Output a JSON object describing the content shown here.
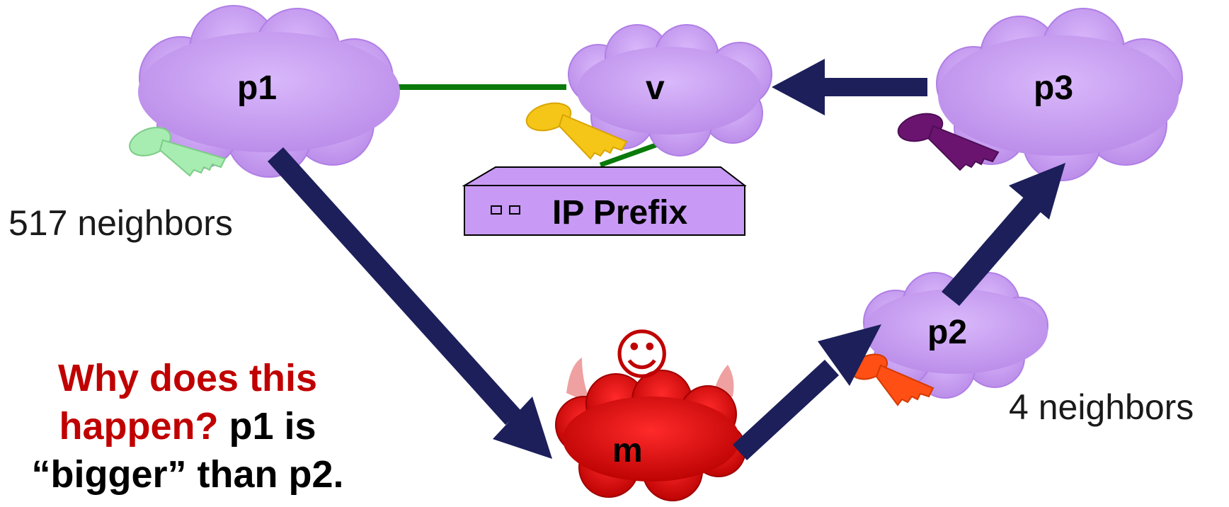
{
  "nodes": {
    "p1": "p1",
    "v": "v",
    "p3": "p3",
    "p2": "p2",
    "m": "m"
  },
  "ip_prefix_label": "IP Prefix",
  "p1_neighbors": "517 neighbors",
  "p2_neighbors": "4 neighbors",
  "smiley": "☺",
  "question": {
    "line1": "Why does this",
    "line2_red": "happen?",
    "line2_black": " p1 is",
    "line3": "“bigger” than p2."
  },
  "colors": {
    "cloud": "#c89af5",
    "cloud_edge": "#b07fe6",
    "malicious_cloud": "#d80000",
    "arrow": "#1c1f5a",
    "link": "#0a7a0a",
    "key_p1": "#a7ecb0",
    "key_v": "#f5c518",
    "key_p3": "#6a1470",
    "key_p2": "#ff4f14",
    "question_red": "#c00000"
  }
}
